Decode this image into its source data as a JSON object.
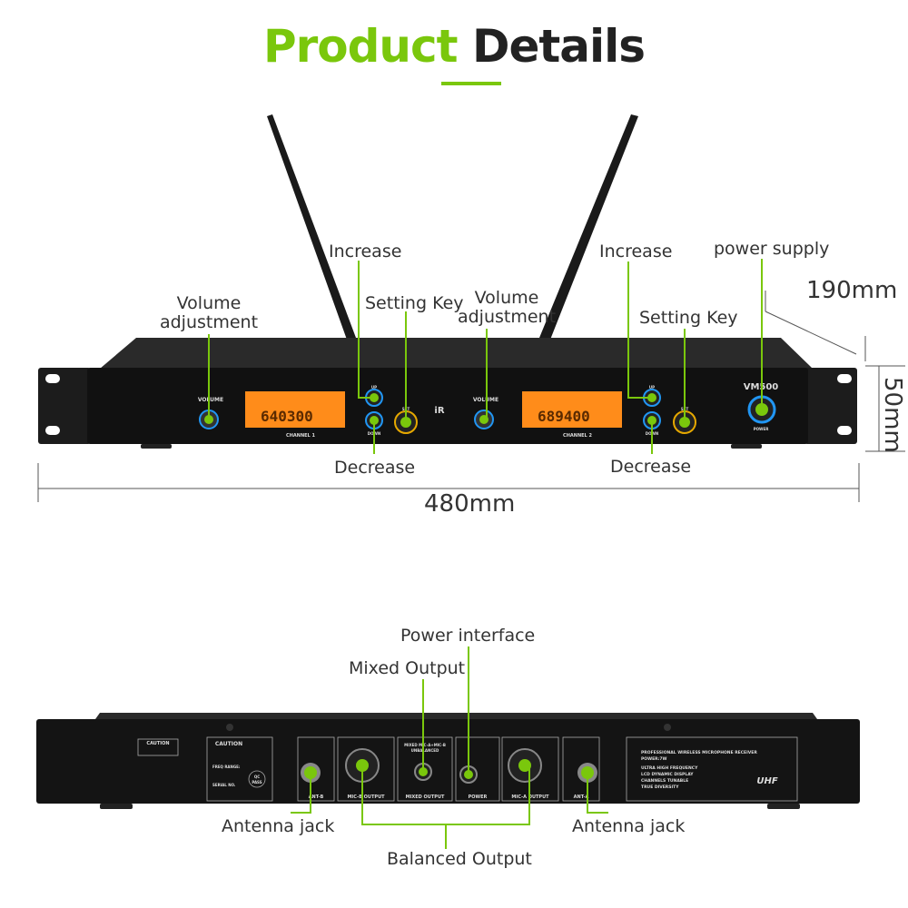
{
  "title": {
    "part1": "Product",
    "part2": "Details"
  },
  "front": {
    "labels": {
      "increase_1": "Increase",
      "increase_2": "Increase",
      "power_supply": "power supply",
      "volume_1_line1": "Volume",
      "volume_1_line2": "adjustment",
      "volume_2_line1": "Volume",
      "volume_2_line2": "adjustment",
      "setting_key_1": "Setting Key",
      "setting_key_2": "Setting Key",
      "decrease_1": "Decrease",
      "decrease_2": "Decrease"
    },
    "dimensions": {
      "depth": "190mm",
      "height": "50mm",
      "width": "480mm"
    },
    "panel": {
      "volume_1": "VOLUME",
      "volume_2": "VOLUME",
      "channel_1": "CHANNEL 1",
      "channel_2": "CHANNEL 2",
      "lcd_1": "640300",
      "lcd_2": "689400",
      "up": "UP",
      "down": "DOWN",
      "set": "SET",
      "ir": "iR",
      "model": "VM500",
      "power": "POWER"
    }
  },
  "rear": {
    "labels": {
      "power_interface": "Power interface",
      "mixed_output": "Mixed Output",
      "antenna_jack_1": "Antenna jack",
      "antenna_jack_2": "Antenna jack",
      "balanced_output": "Balanced Output"
    },
    "panel": {
      "ant_b": "ANT-B",
      "mic_b_output": "MIC-B OUTPUT",
      "mixed_output": "MIXED OUTPUT",
      "power": "POWER",
      "mic_a_output": "MIC-A OUTPUT",
      "ant_a": "ANT-A",
      "caution": "CAUTION",
      "freq_range": "FREQ RANGE:",
      "serial_no": "SERIAL NO.",
      "qc": "QC",
      "pass": "PASS",
      "mixed_label": "MIXED MIC-A+MIC-B",
      "unbalanced": "UNBALANCED",
      "receiver_line1": "PROFESSIONAL WIRELESS MICROPHONE RECEIVER",
      "receiver_line2": "POWER:7W",
      "feature_1": "ULTRA HIGH FREQUENCY",
      "feature_2": "LCD DYNAMIC DISPLAY",
      "feature_3": "CHANNELS TUNABLE",
      "feature_4": "TRUE DIVERSITY",
      "brand": "UHF"
    }
  },
  "colors": {
    "accent": "#7ac70c",
    "dark": "#222222",
    "lcd": "#ff8c1a",
    "knob_ring": "#1e88e5"
  }
}
